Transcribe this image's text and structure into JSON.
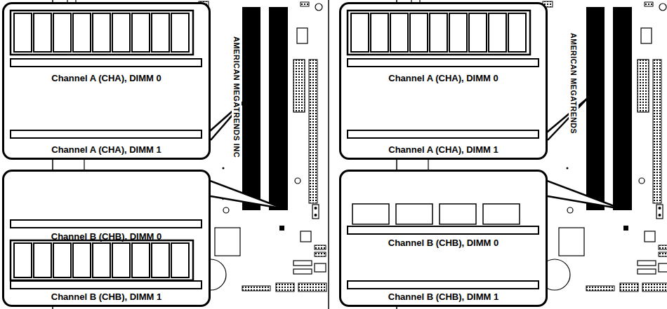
{
  "diagram": {
    "nodes": [
      {
        "text": [
          "Channel A (CHA), DIMM 0",
          "Channel A (CHA), DIMM 1"
        ]
      },
      {
        "text": [
          "Channel B (CHB), DIMM 0",
          "Channel B (CHB), DIMM 1"
        ]
      },
      {
        "text": [
          "Channel A (CHA), DIMM 0",
          "Channel A (CHA), DIMM 1"
        ]
      },
      {
        "text": [
          "Channel B (CHB), DIMM 0",
          "Channel B (CHB), DIMM 1"
        ]
      }
    ],
    "labels": [
      "AMERICAN MEGATRENDS INC",
      "AMERICAN MEGATRENDS"
    ]
  }
}
